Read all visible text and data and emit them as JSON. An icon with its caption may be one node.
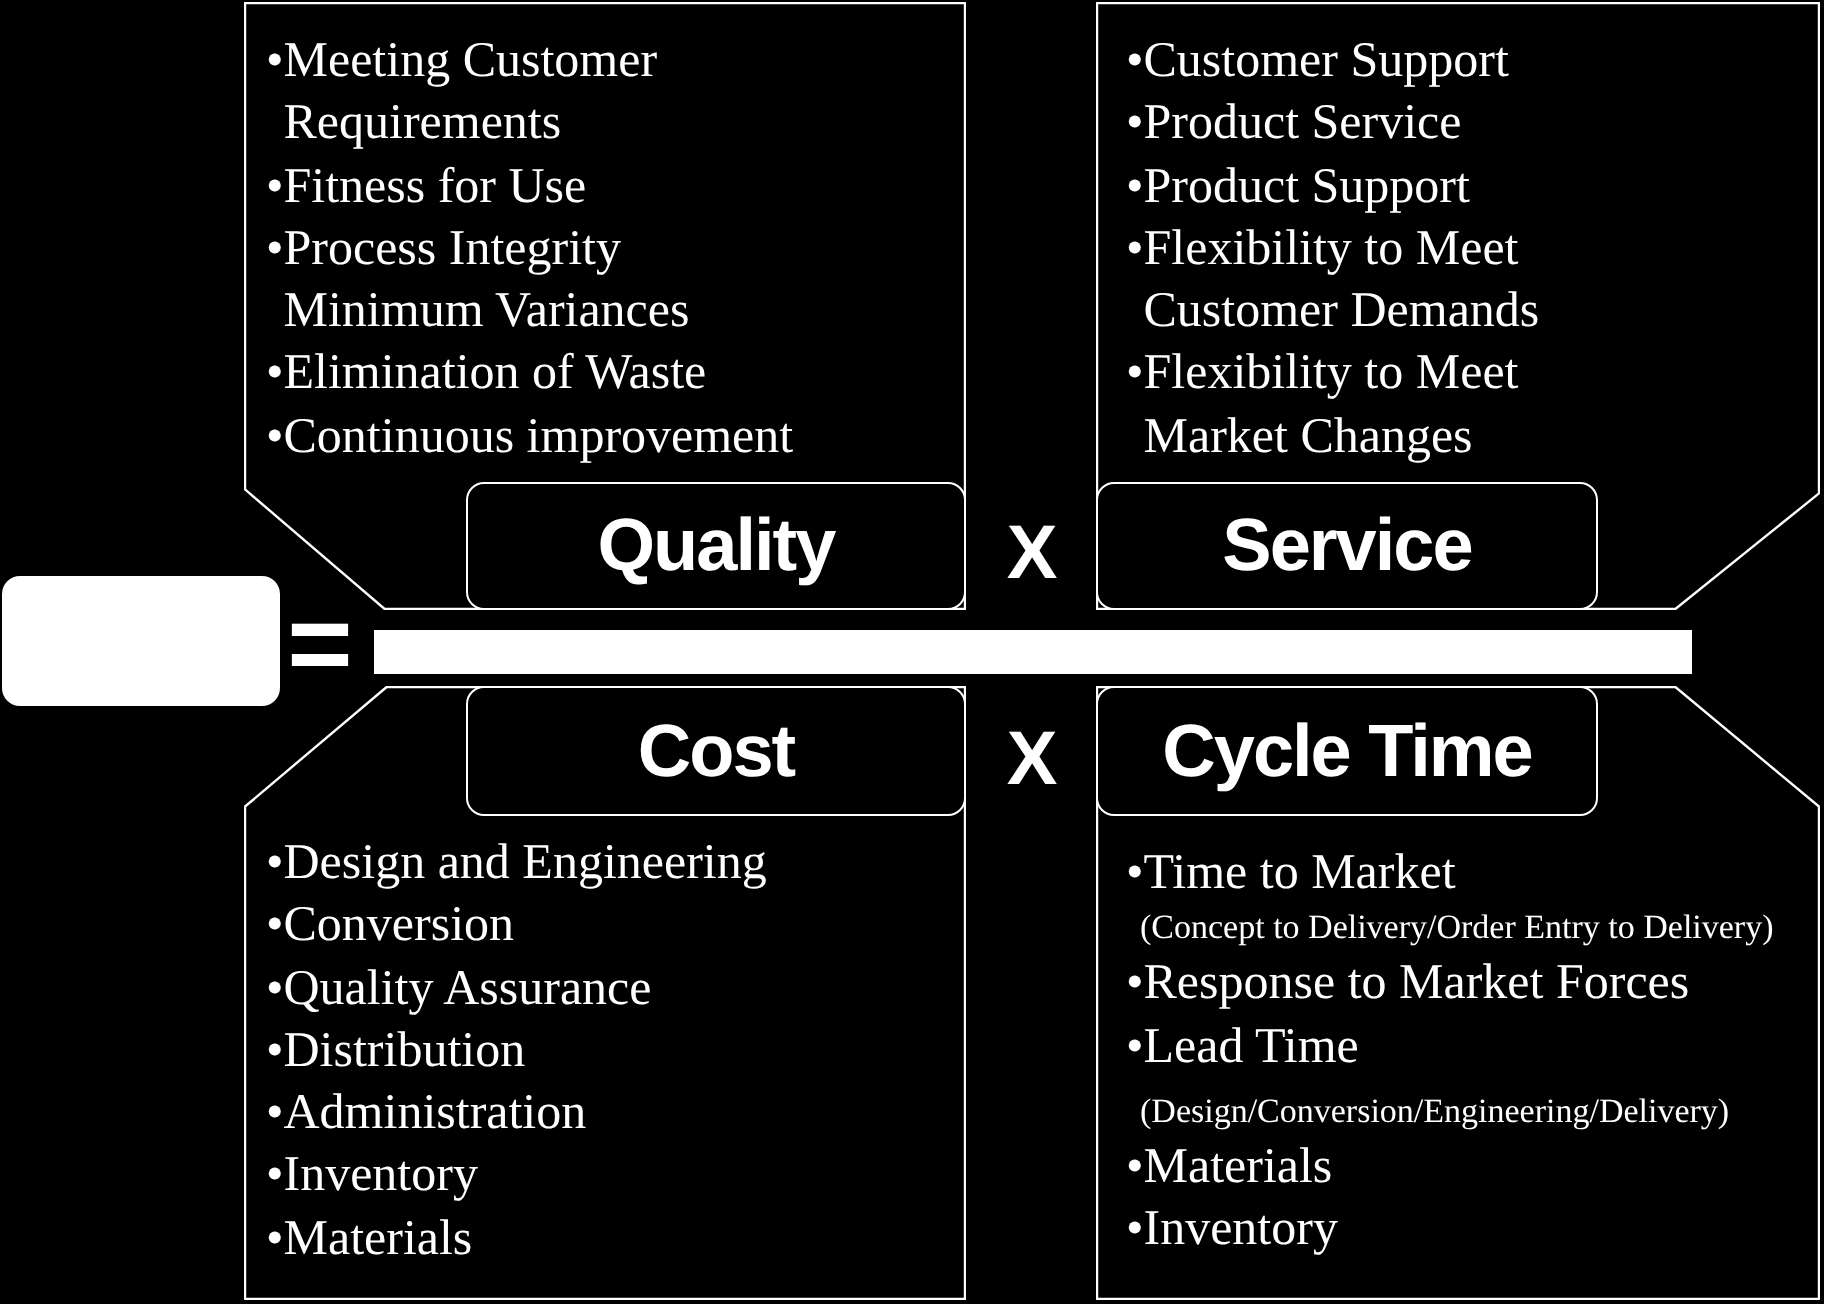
{
  "diagram": {
    "nodes": [
      {
        "text": [
          "•Meeting Customer Requirements",
          "•Fitness for Use",
          "•Process Integrity Minimum Variances",
          "•Elimination of Waste",
          "•Continuous improvement"
        ]
      },
      {
        "text": [
          "Quality"
        ],
        "in": 0
      },
      {
        "text": [
          "•Customer Support",
          "•Product Service",
          "•Product Support",
          "•Flexibility to Meet Customer Demands",
          "•Flexibility to Meet Market Changes"
        ]
      },
      {
        "text": [
          "Service"
        ],
        "in": 2
      },
      {
        "text": [],
        "shape": "box"
      },
      {
        "text": [],
        "shape": "bar"
      },
      {
        "text": [
          "•Design and Engineering",
          "•Conversion",
          "•Quality Assurance",
          "•Distribution",
          "•Administration",
          "•Inventory",
          "•Materials"
        ]
      },
      {
        "text": [
          "Cost"
        ],
        "in": 6
      },
      {
        "text": [
          "•Time to Market",
          "(Concept to Delivery/Order Entry to Delivery)",
          "•Response to Market Forces",
          "•Lead Time",
          "(Design/Conversion/Engineering/Delivery)",
          "•Materials",
          "•Inventory"
        ]
      },
      {
        "text": [
          "Cycle Time"
        ],
        "in": 8
      }
    ],
    "labels": [
      "X",
      "=",
      "X"
    ]
  }
}
